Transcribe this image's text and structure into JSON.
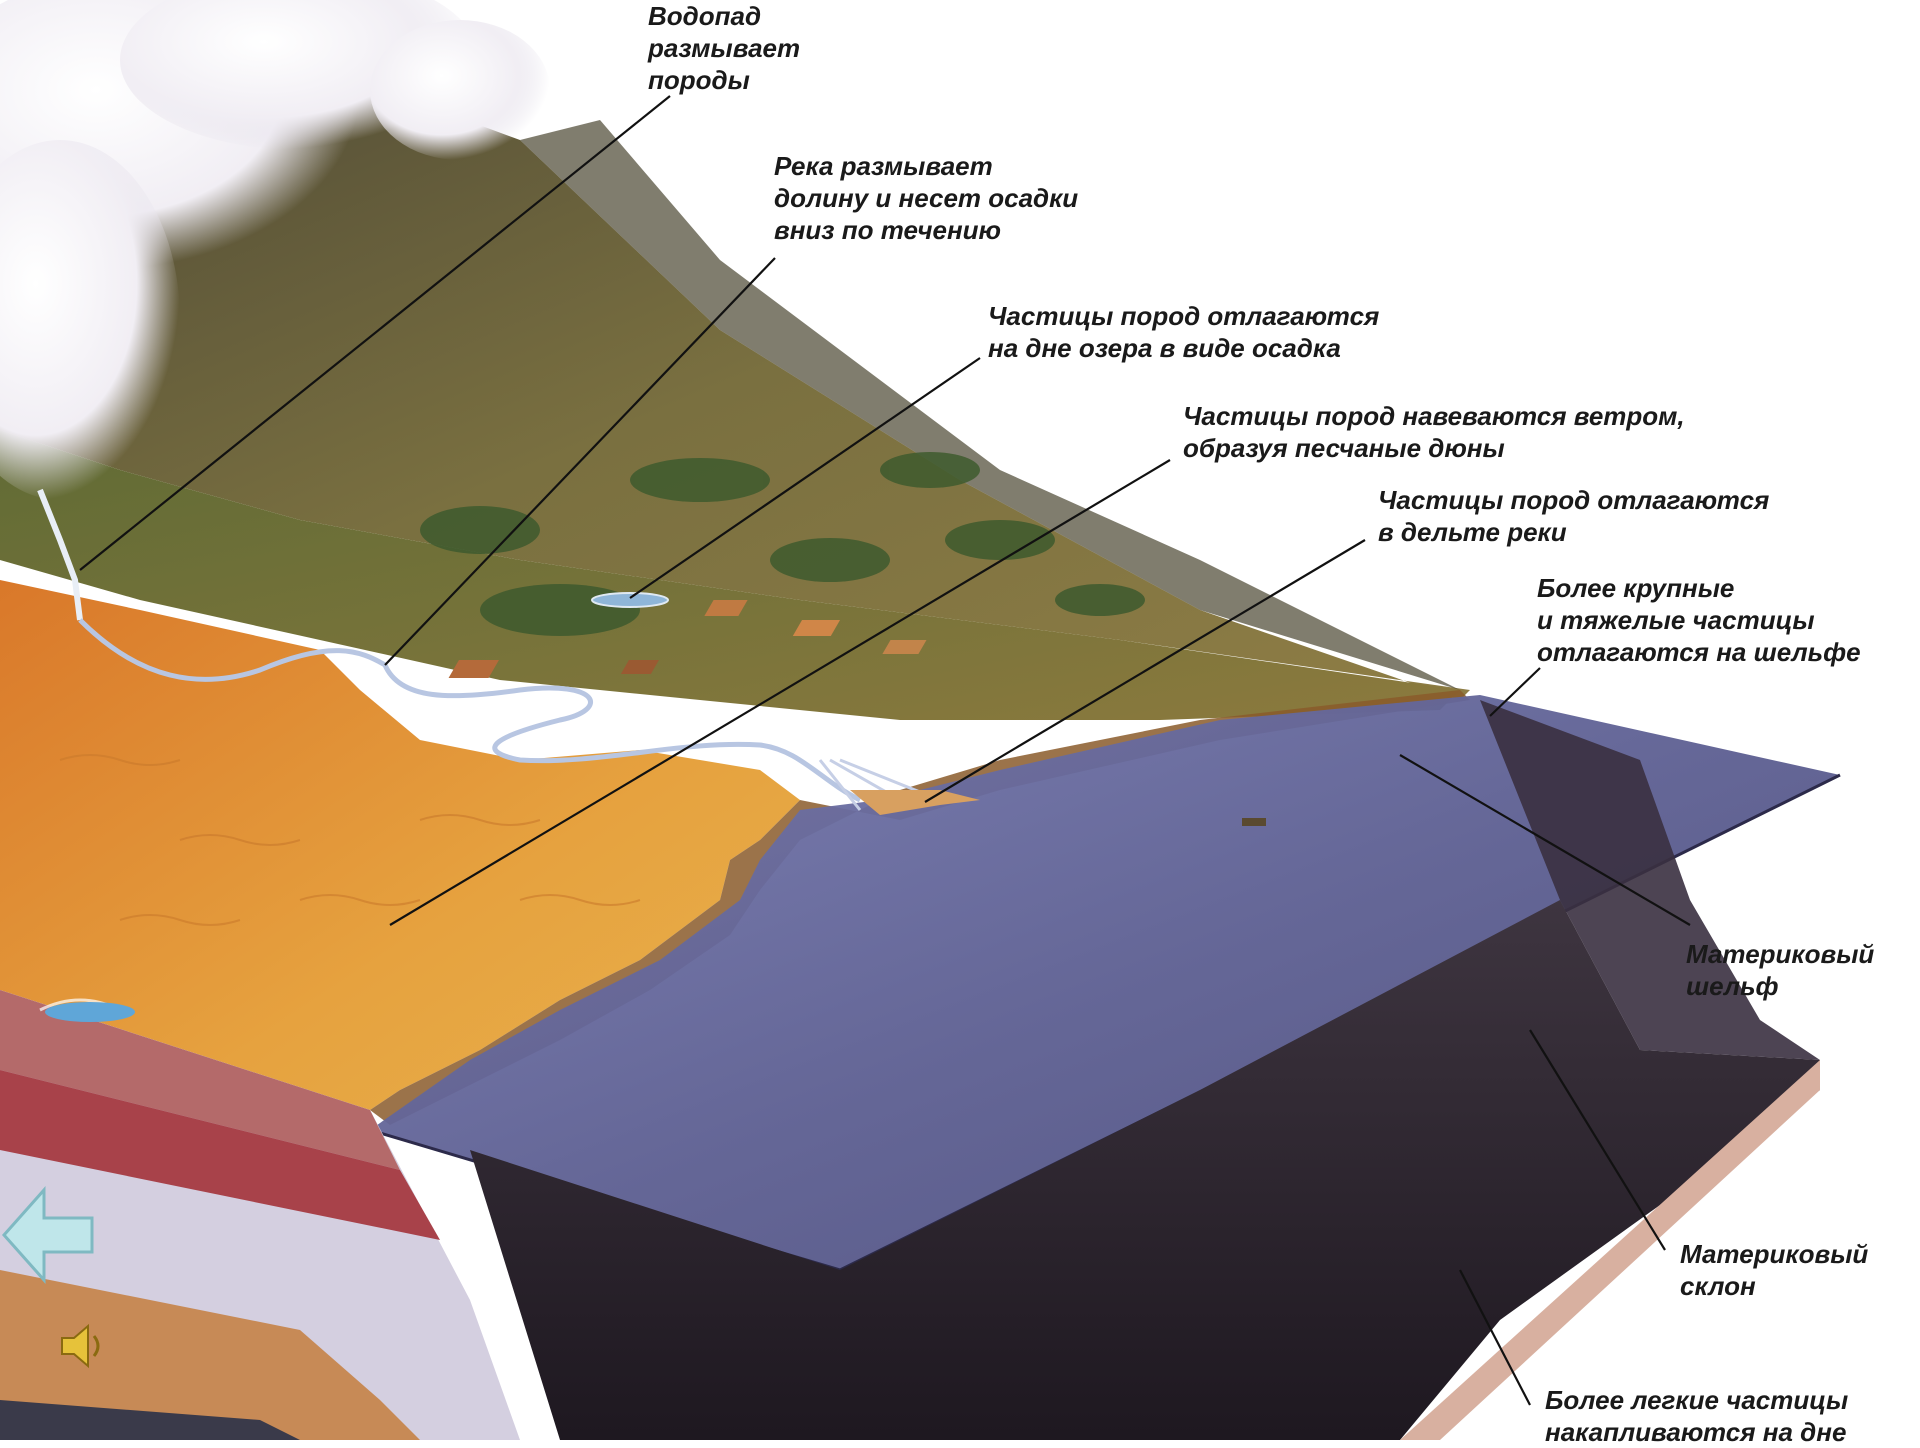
{
  "labels": {
    "waterfall": [
      "Водопад",
      "размывает",
      "породы"
    ],
    "river": [
      "Река размывает",
      "долину и несет осадки",
      "вниз по течению"
    ],
    "lake": [
      "Частицы пород отлагаются",
      "на дне озера в виде осадка"
    ],
    "dunes": [
      "Частицы пород навеваются ветром,",
      "образуя песчаные дюны"
    ],
    "delta": [
      "Частицы пород отлагаются",
      "в дельте реки"
    ],
    "shelf_particles": [
      "Более крупные",
      "и тяжелые частицы",
      "отлагаются на шельфе"
    ],
    "shelf": [
      "Материковый",
      "шельф"
    ],
    "slope": [
      "Материковый",
      "склон"
    ],
    "light_particles": [
      "Более легкие частицы",
      "накапливаются на дне"
    ]
  },
  "controls": {
    "back_icon": "arrow-left-icon",
    "sound_icon": "speaker-icon"
  },
  "colors": {
    "mountain": "#6f6a3f",
    "desert": "#e09a3a",
    "sea": "#5a5f8e",
    "deep": "#2b2432",
    "crust_red": "#a8424a"
  }
}
